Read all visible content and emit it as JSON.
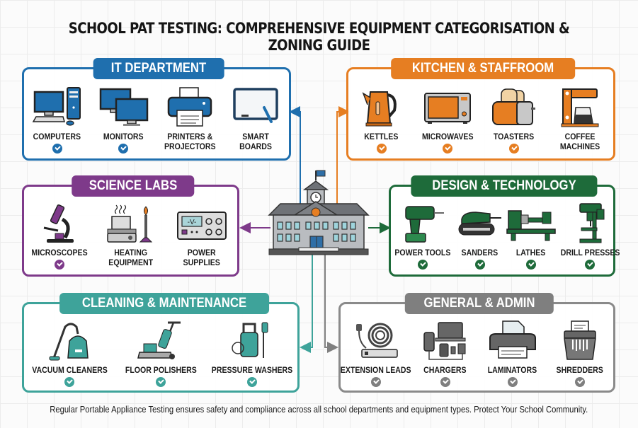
{
  "title": "SCHOOL PAT TESTING: COMPREHENSIVE EQUIPMENT CATEGORISATION & ZONING GUIDE",
  "colors": {
    "it": "#1f6fae",
    "kitchen": "#e67e22",
    "science": "#7e3a8a",
    "dt": "#1e6b3a",
    "cleaning": "#3ea39a",
    "admin": "#7f7f7f"
  },
  "hub": {
    "icon": "school-building-icon"
  },
  "zones": {
    "it": {
      "label": "IT DEPARTMENT",
      "items": [
        {
          "label": "COMPUTERS",
          "icon": "desktop-computer-icon",
          "checked": true
        },
        {
          "label": "MONITORS",
          "icon": "dual-monitor-icon",
          "checked": true
        },
        {
          "label": "PRINTERS &",
          "label2": "PROJECTORS",
          "icon": "printer-icon",
          "checked": false
        },
        {
          "label": "SMART",
          "label2": "BOARDS",
          "icon": "smart-board-icon",
          "checked": false
        }
      ]
    },
    "kitchen": {
      "label": "KITCHEN & STAFFROOM",
      "items": [
        {
          "label": "KETTLES",
          "icon": "kettle-icon",
          "checked": true
        },
        {
          "label": "MICROWAVES",
          "icon": "microwave-icon",
          "checked": true
        },
        {
          "label": "TOASTERS",
          "icon": "toaster-icon",
          "checked": true
        },
        {
          "label": "COFFEE",
          "label2": "MACHINES",
          "icon": "coffee-machine-icon",
          "checked": false
        }
      ]
    },
    "science": {
      "label": "SCIENCE LABS",
      "items": [
        {
          "label": "MICROSCOPES",
          "icon": "microscope-icon",
          "checked": true
        },
        {
          "label": "HEATING",
          "label2": "EQUIPMENT",
          "icon": "hotplate-burner-icon",
          "checked": false
        },
        {
          "label": "POWER",
          "label2": "SUPPLIES",
          "icon": "power-supply-icon",
          "display": "-V-",
          "checked": false
        }
      ]
    },
    "dt": {
      "label": "DESIGN & TECHNOLOGY",
      "items": [
        {
          "label": "POWER TOOLS",
          "icon": "power-drill-icon",
          "checked": true
        },
        {
          "label": "SANDERS",
          "icon": "belt-sander-icon",
          "checked": true
        },
        {
          "label": "LATHES",
          "icon": "lathe-icon",
          "checked": true
        },
        {
          "label": "DRILL PRESSES",
          "icon": "drill-press-icon",
          "checked": true
        }
      ]
    },
    "cleaning": {
      "label": "CLEANING & MAINTENANCE",
      "items": [
        {
          "label": "VACUUM CLEANERS",
          "icon": "vacuum-cleaner-icon",
          "checked": true
        },
        {
          "label": "FLOOR POLISHERS",
          "icon": "floor-polisher-icon",
          "checked": true
        },
        {
          "label": "PRESSURE WASHERS",
          "icon": "pressure-washer-icon",
          "checked": true
        }
      ]
    },
    "admin": {
      "label": "GENERAL & ADMIN",
      "items": [
        {
          "label": "EXTENSION LEADS",
          "icon": "extension-lead-icon",
          "checked": true
        },
        {
          "label": "CHARGERS",
          "icon": "chargers-icon",
          "checked": true
        },
        {
          "label": "LAMINATORS",
          "icon": "laminator-icon",
          "checked": true
        },
        {
          "label": "SHREDDERS",
          "icon": "shredder-icon",
          "checked": true
        }
      ]
    }
  },
  "footer": "Regular Portable Appliance Testing ensures safety and compliance across all school departments and equipment types. Protect Your School Community."
}
